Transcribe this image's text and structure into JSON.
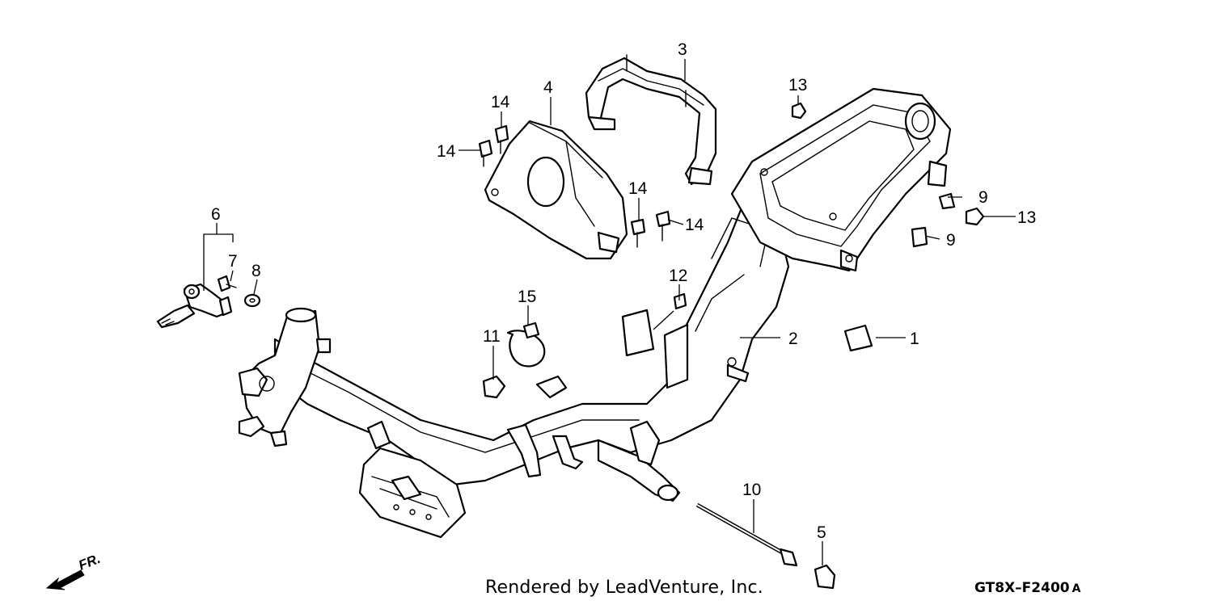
{
  "diagram": {
    "callouts": {
      "c1": "1",
      "c2": "2",
      "c3": "3",
      "c4": "4",
      "c5": "5",
      "c6": "6",
      "c7": "7",
      "c8": "8",
      "c9a": "9",
      "c9b": "9",
      "c10": "10",
      "c11": "11",
      "c12": "12",
      "c13a": "13",
      "c13b": "13",
      "c14a": "14",
      "c14b": "14",
      "c14c": "14",
      "c14d": "14",
      "c15": "15"
    },
    "front_label": "FR.",
    "credit": "Rendered by LeadVenture, Inc.",
    "diagram_code": "GT8X–F2400",
    "diagram_code_suffix": "A"
  }
}
